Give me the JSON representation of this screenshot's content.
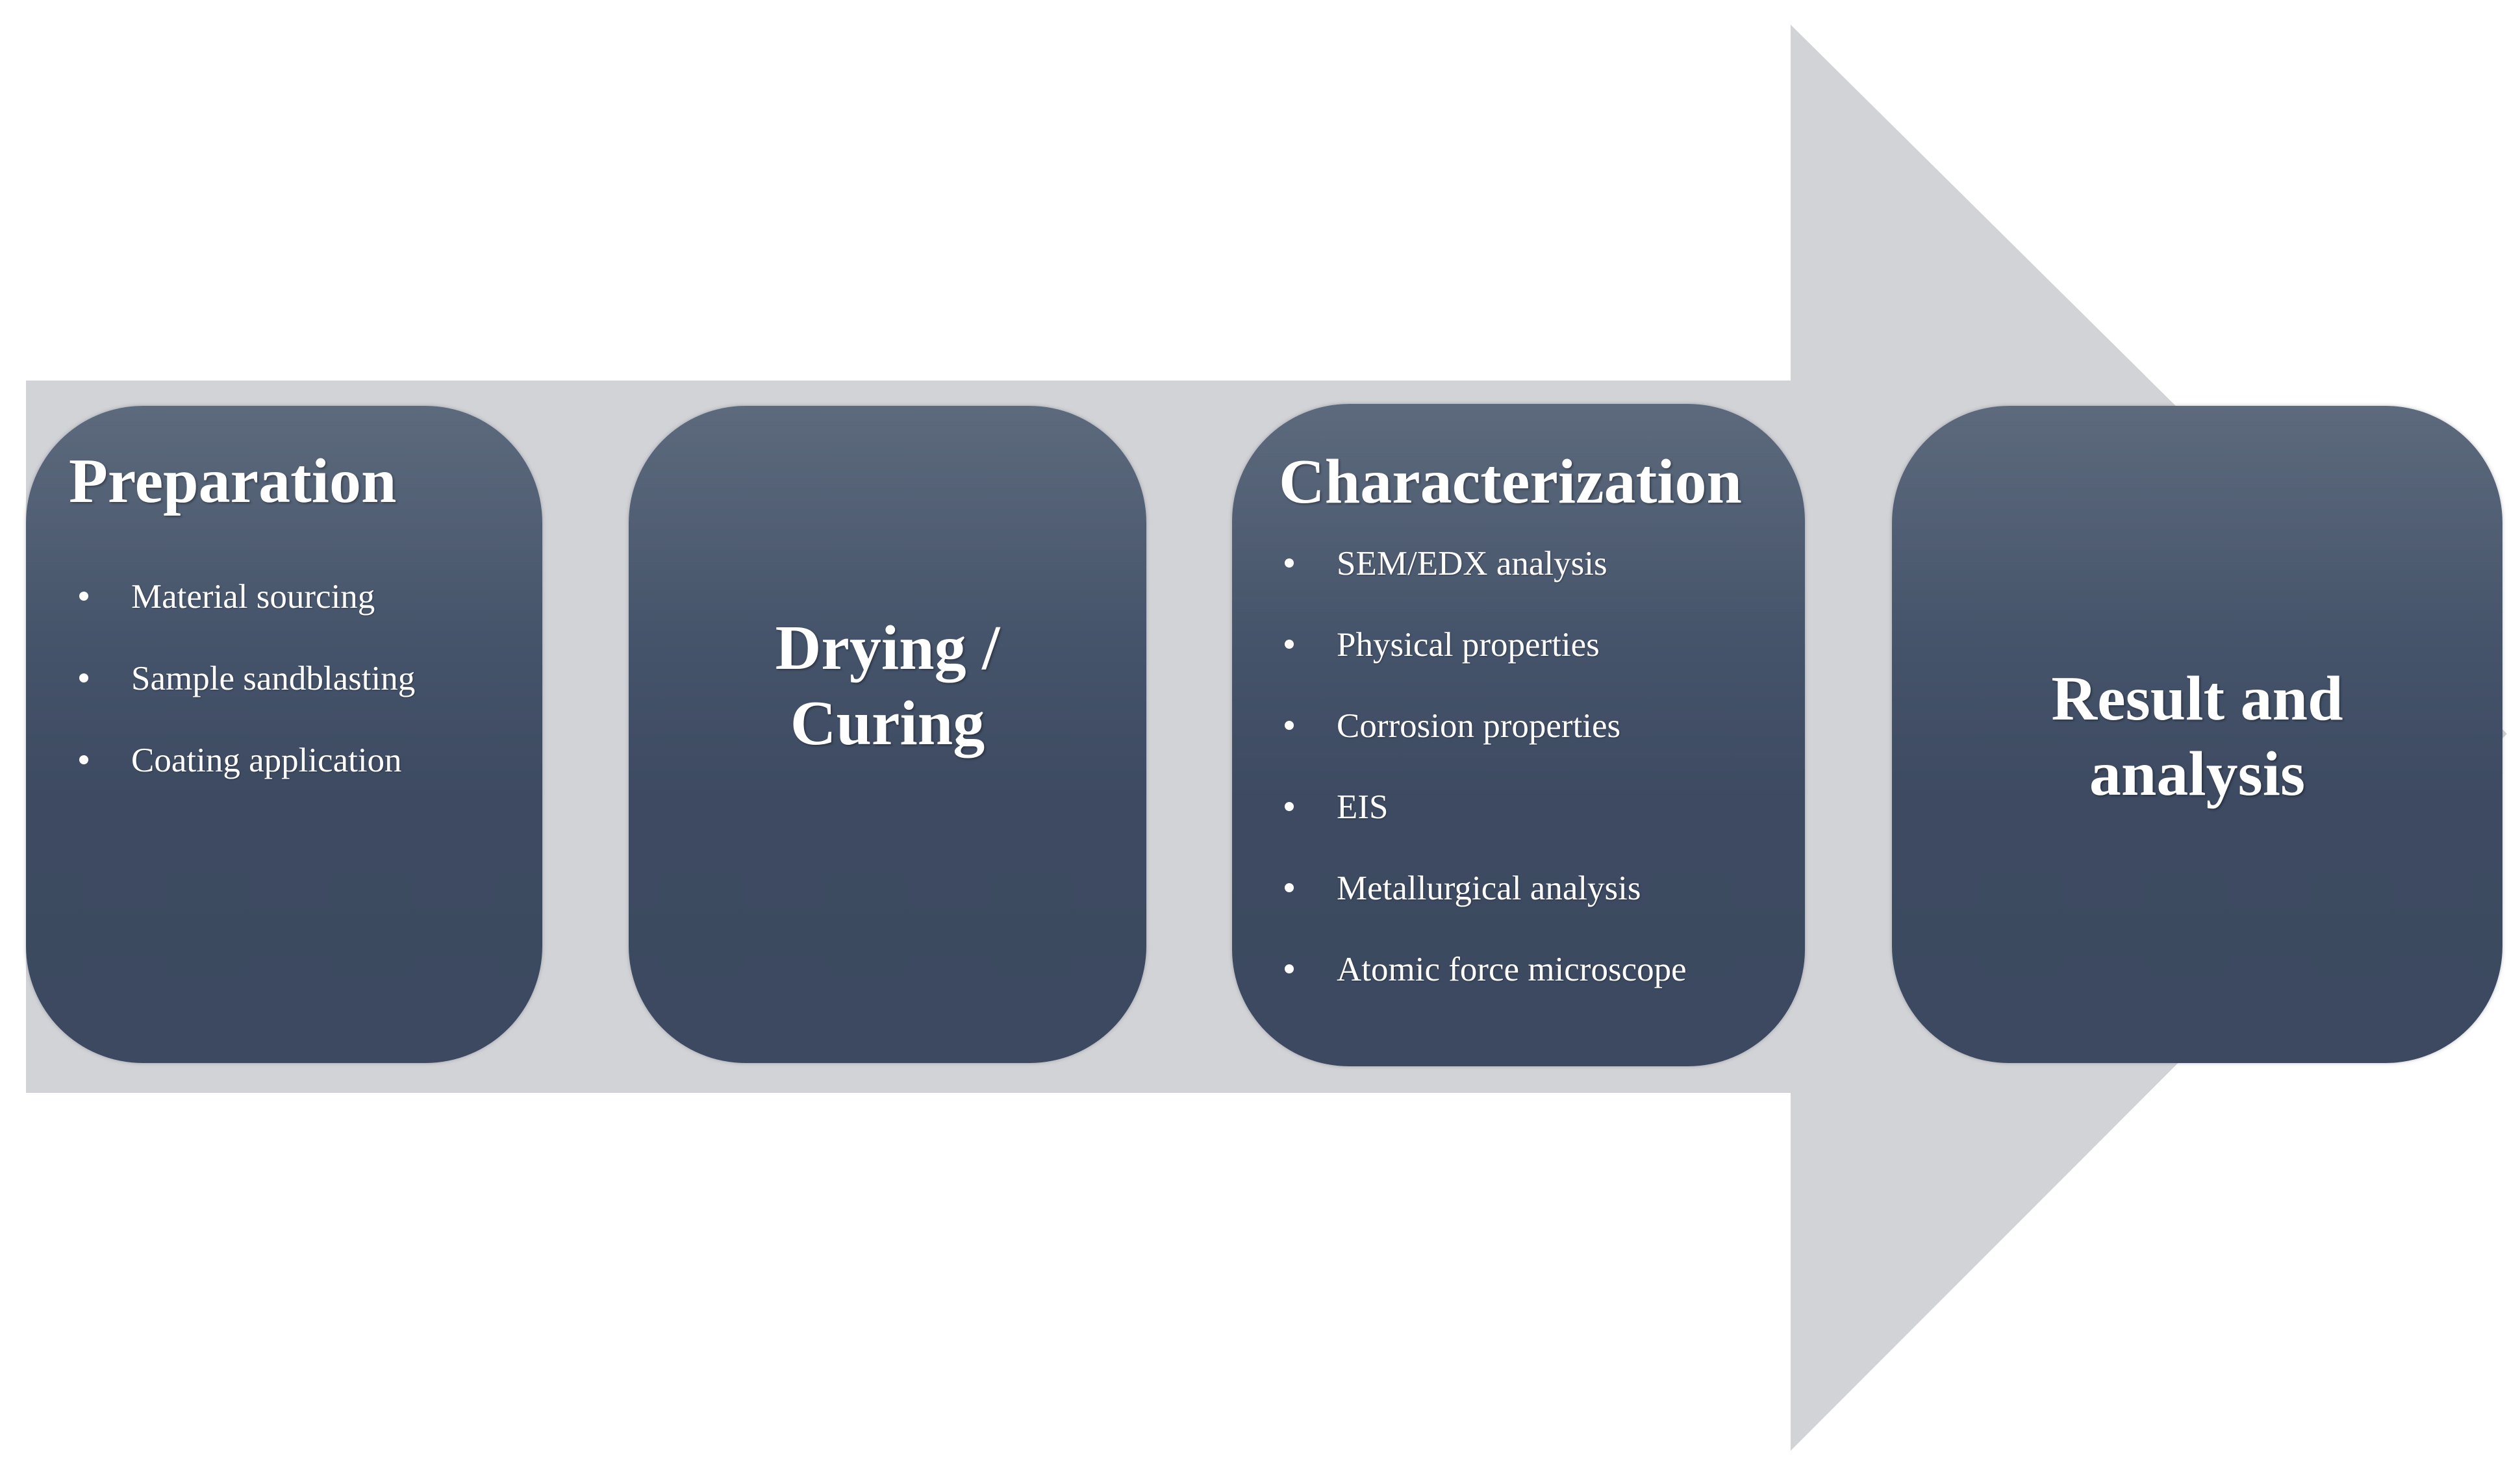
{
  "diagram": {
    "arrow_color": "#d2d3d7",
    "box_color": "#3f4c63",
    "steps": [
      {
        "title": "Preparation",
        "items": [
          "Material sourcing",
          "Sample sandblasting",
          "Coating application"
        ]
      },
      {
        "title_lines": [
          "Drying /",
          "Curing"
        ]
      },
      {
        "title": "Characterization",
        "items": [
          "SEM/EDX analysis",
          "Physical properties",
          "Corrosion properties",
          "EIS",
          "Metallurgical analysis",
          "Atomic force microscope"
        ]
      },
      {
        "title_lines": [
          "Result and",
          "analysis"
        ]
      }
    ]
  }
}
